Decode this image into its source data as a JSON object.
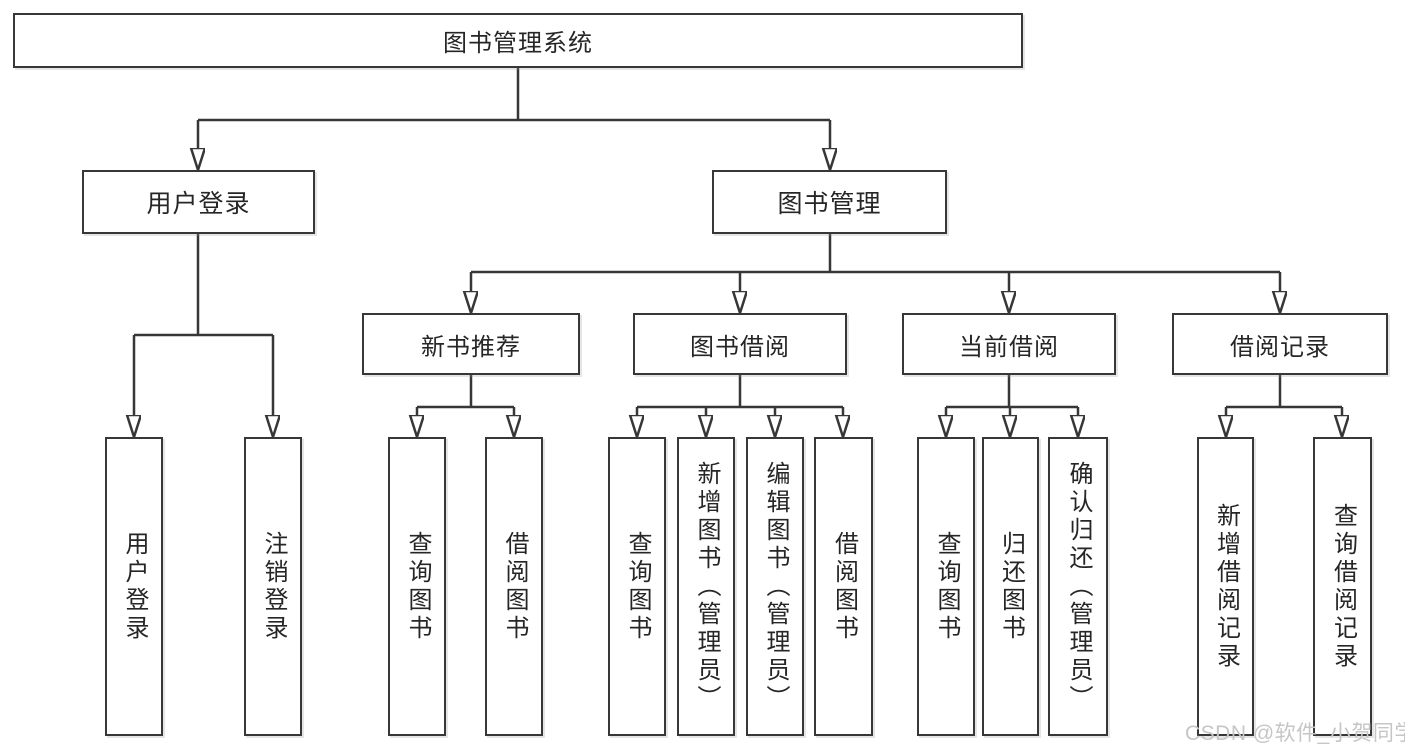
{
  "tree": {
    "root": "图书管理系统",
    "user": {
      "label": "用户登录",
      "children": [
        "用户登录",
        "注销登录"
      ]
    },
    "book": {
      "label": "图书管理",
      "groups": [
        {
          "label": "新书推荐",
          "children": [
            "查询图书",
            "借阅图书"
          ]
        },
        {
          "label": "图书借阅",
          "children": [
            "查询图书",
            "新增图书（管理员）",
            "编辑图书（管理员）",
            "借阅图书"
          ]
        },
        {
          "label": "当前借阅",
          "children": [
            "查询图书",
            "归还图书",
            "确认归还（管理员）"
          ]
        },
        {
          "label": "借阅记录",
          "children": [
            "新增借阅记录",
            "查询借阅记录"
          ]
        }
      ]
    }
  },
  "watermark": {
    "text": "CSDN @软件_小贺同学"
  },
  "colors": {
    "line": "#373737",
    "box_border": "#373737",
    "text": "#262626",
    "watermark": "#c6c6c6",
    "background": "#ffffff"
  }
}
